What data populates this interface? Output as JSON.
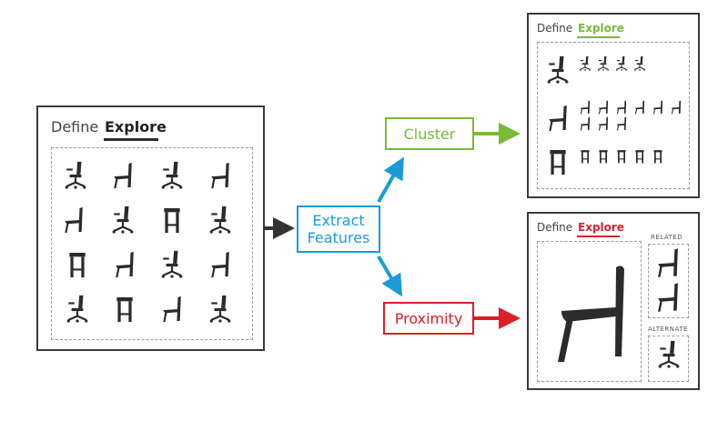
{
  "left_panel": {
    "tab_define": "Define",
    "tab_explore": "Explore"
  },
  "extract": {
    "label": "Extract\nFeatures",
    "color": "#1d9bd7"
  },
  "cluster": {
    "label": "Cluster",
    "color": "#7ab93a"
  },
  "proximity": {
    "label": "Proximity",
    "color": "#d9202a"
  },
  "cluster_panel": {
    "tab_define": "Define",
    "tab_explore": "Explore"
  },
  "proximity_panel": {
    "tab_define": "Define",
    "tab_explore": "Explore",
    "related_label": "RELATED",
    "alternate_label": "ALTERNATE"
  },
  "colors": {
    "dark": "#2b2b2b",
    "arrow_dark": "#333333"
  },
  "icons": {
    "grid": [
      [
        "office-chair",
        "lounge-chair",
        "office-chair",
        "lounge-chair"
      ],
      [
        "lounge-chair",
        "office-chair",
        "stool",
        "office-chair"
      ],
      [
        "stool",
        "lounge-chair",
        "office-chair",
        "lounge-chair"
      ],
      [
        "office-chair",
        "stool",
        "lounge-chair",
        "office-chair"
      ]
    ]
  }
}
